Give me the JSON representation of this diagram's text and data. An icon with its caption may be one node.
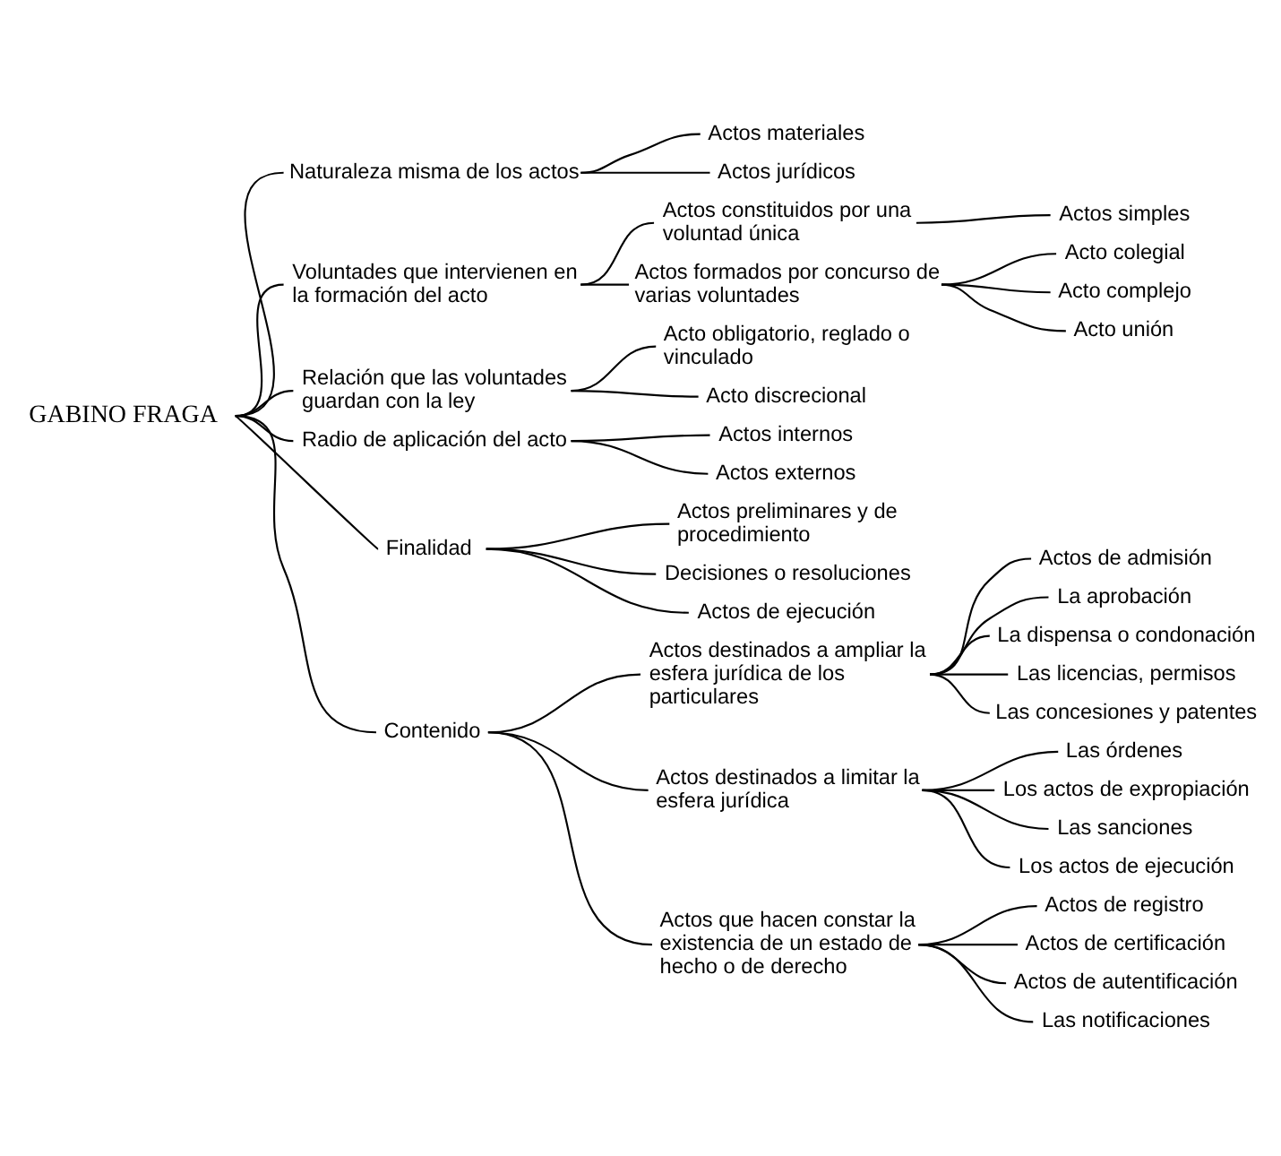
{
  "diagram": {
    "nodes": [
      {
        "text": [
          "GABINO FRAGA"
        ]
      },
      {
        "text": [
          "Naturaleza misma de los actos"
        ]
      },
      {
        "text": [
          "Actos materiales"
        ]
      },
      {
        "text": [
          "Actos jurídicos"
        ]
      },
      {
        "text": [
          "Voluntades que intervienen en la formación del acto"
        ]
      },
      {
        "text": [
          "Actos constituidos por una voluntad única"
        ]
      },
      {
        "text": [
          "Actos simples"
        ]
      },
      {
        "text": [
          "Actos formados por concurso de varias voluntades"
        ]
      },
      {
        "text": [
          "Acto colegial"
        ]
      },
      {
        "text": [
          "Acto complejo"
        ]
      },
      {
        "text": [
          "Acto unión"
        ]
      },
      {
        "text": [
          "Relación que las voluntades guardan con la ley"
        ]
      },
      {
        "text": [
          "Acto obligatorio, reglado o vinculado"
        ]
      },
      {
        "text": [
          "Acto discrecional"
        ]
      },
      {
        "text": [
          "Radio de aplicación del acto"
        ]
      },
      {
        "text": [
          "Actos internos"
        ]
      },
      {
        "text": [
          "Actos externos"
        ]
      },
      {
        "text": [
          "Finalidad"
        ]
      },
      {
        "text": [
          "Actos preliminares y de procedimiento"
        ]
      },
      {
        "text": [
          "Decisiones o resoluciones"
        ]
      },
      {
        "text": [
          "Actos de ejecución"
        ]
      },
      {
        "text": [
          "Contenido"
        ]
      },
      {
        "text": [
          "Actos destinados a ampliar la esfera jurídica de los particulares"
        ]
      },
      {
        "text": [
          "Actos de admisión"
        ]
      },
      {
        "text": [
          "La aprobación"
        ]
      },
      {
        "text": [
          "La dispensa o condonación"
        ]
      },
      {
        "text": [
          "Las licencias, permisos"
        ]
      },
      {
        "text": [
          "Las concesiones y patentes"
        ]
      },
      {
        "text": [
          "Actos destinados a limitar la esfera jurídica"
        ]
      },
      {
        "text": [
          "Las órdenes"
        ]
      },
      {
        "text": [
          "Los actos de expropiación"
        ]
      },
      {
        "text": [
          "Las sanciones"
        ]
      },
      {
        "text": [
          "Los actos de ejecución"
        ]
      },
      {
        "text": [
          "Actos que hacen constar la existencia de un estado de hecho o de derecho"
        ]
      },
      {
        "text": [
          "Actos de registro"
        ]
      },
      {
        "text": [
          "Actos de certificación"
        ]
      },
      {
        "text": [
          "Actos de autentificación"
        ]
      },
      {
        "text": [
          "Las notificaciones"
        ]
      }
    ],
    "edges": [
      {
        "from": 0,
        "to": 1,
        "arrow": "none"
      },
      {
        "from": 0,
        "to": 4,
        "arrow": "none"
      },
      {
        "from": 0,
        "to": 11,
        "arrow": "none"
      },
      {
        "from": 0,
        "to": 14,
        "arrow": "none"
      },
      {
        "from": 0,
        "to": 17,
        "arrow": "none"
      },
      {
        "from": 0,
        "to": 21,
        "arrow": "none"
      },
      {
        "from": 1,
        "to": 2,
        "arrow": "none"
      },
      {
        "from": 1,
        "to": 3,
        "arrow": "none"
      },
      {
        "from": 4,
        "to": 5,
        "arrow": "none"
      },
      {
        "from": 4,
        "to": 7,
        "arrow": "none"
      },
      {
        "from": 5,
        "to": 6,
        "arrow": "none"
      },
      {
        "from": 7,
        "to": 8,
        "arrow": "none"
      },
      {
        "from": 7,
        "to": 9,
        "arrow": "none"
      },
      {
        "from": 7,
        "to": 10,
        "arrow": "none"
      },
      {
        "from": 11,
        "to": 12,
        "arrow": "none"
      },
      {
        "from": 11,
        "to": 13,
        "arrow": "none"
      },
      {
        "from": 14,
        "to": 15,
        "arrow": "none"
      },
      {
        "from": 14,
        "to": 16,
        "arrow": "none"
      },
      {
        "from": 17,
        "to": 18,
        "arrow": "none"
      },
      {
        "from": 17,
        "to": 19,
        "arrow": "none"
      },
      {
        "from": 17,
        "to": 20,
        "arrow": "none"
      },
      {
        "from": 21,
        "to": 22,
        "arrow": "none"
      },
      {
        "from": 21,
        "to": 28,
        "arrow": "none"
      },
      {
        "from": 21,
        "to": 33,
        "arrow": "none"
      },
      {
        "from": 22,
        "to": 23,
        "arrow": "none"
      },
      {
        "from": 22,
        "to": 24,
        "arrow": "none"
      },
      {
        "from": 22,
        "to": 25,
        "arrow": "none"
      },
      {
        "from": 22,
        "to": 26,
        "arrow": "none"
      },
      {
        "from": 22,
        "to": 27,
        "arrow": "none"
      },
      {
        "from": 28,
        "to": 29,
        "arrow": "none"
      },
      {
        "from": 28,
        "to": 30,
        "arrow": "none"
      },
      {
        "from": 28,
        "to": 31,
        "arrow": "none"
      },
      {
        "from": 28,
        "to": 32,
        "arrow": "none"
      },
      {
        "from": 33,
        "to": 34,
        "arrow": "none"
      },
      {
        "from": 33,
        "to": 35,
        "arrow": "none"
      },
      {
        "from": 33,
        "to": 36,
        "arrow": "none"
      },
      {
        "from": 33,
        "to": 37,
        "arrow": "none"
      }
    ]
  }
}
